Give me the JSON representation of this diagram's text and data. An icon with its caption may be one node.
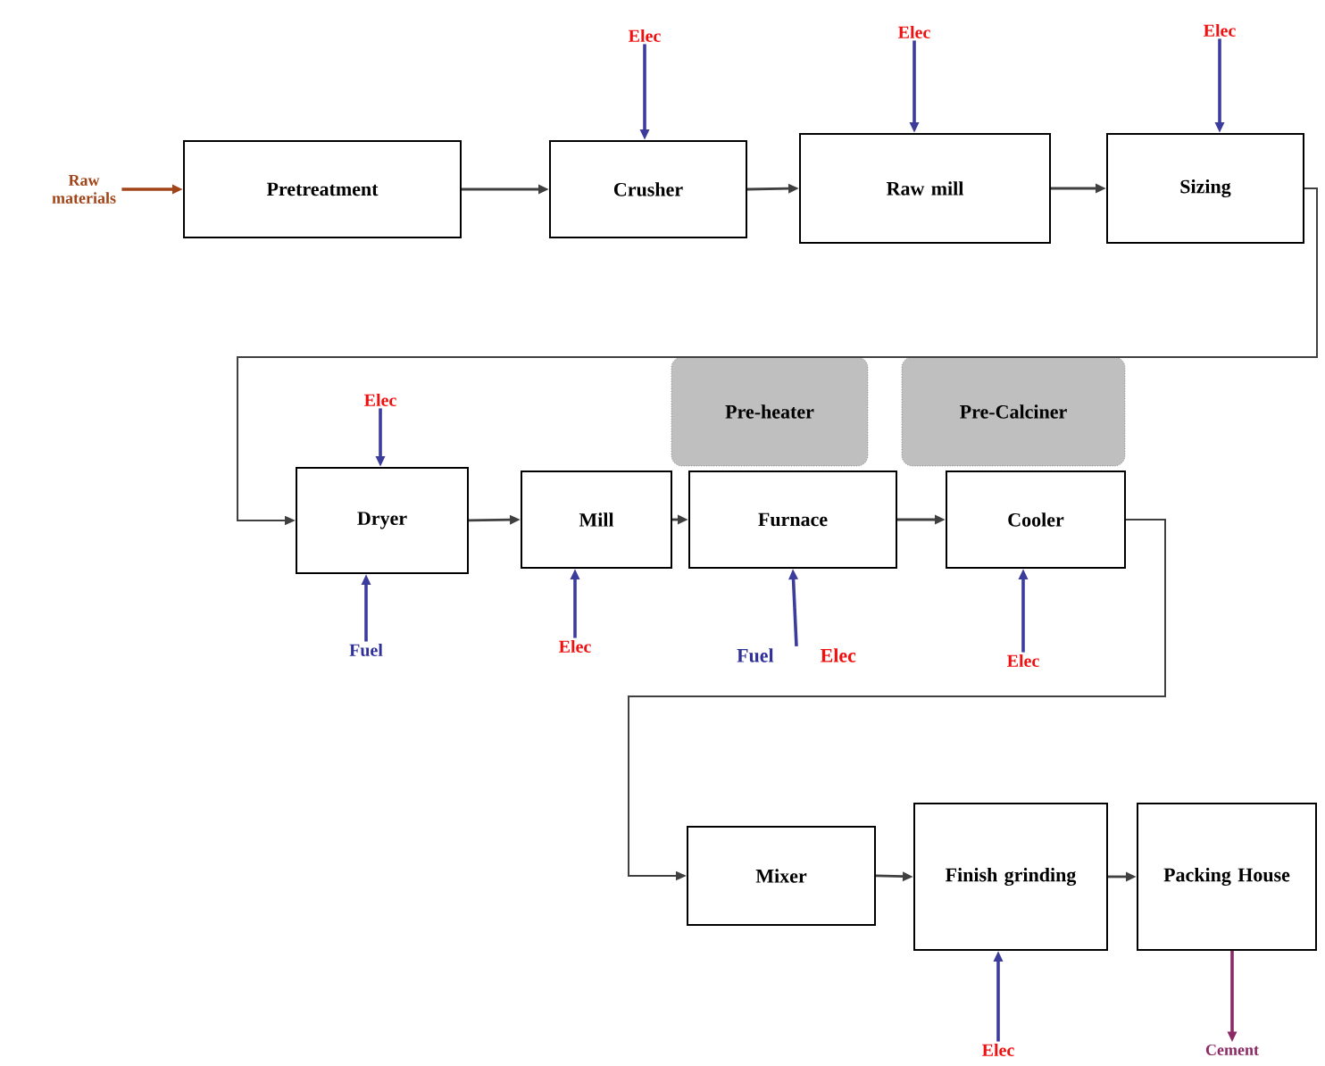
{
  "diagram": {
    "nodes": [
      {
        "text": [
          "Raw materials"
        ]
      },
      {
        "text": [
          "Pretreatment"
        ]
      },
      {
        "text": [
          "Crusher"
        ]
      },
      {
        "text": [
          "Elec"
        ]
      },
      {
        "text": [
          "Raw mill"
        ]
      },
      {
        "text": [
          "Elec"
        ]
      },
      {
        "text": [
          "Sizing"
        ]
      },
      {
        "text": [
          "Elec"
        ]
      },
      {
        "text": [
          "Pre-heater"
        ]
      },
      {
        "text": [
          "Pre-Calciner"
        ]
      },
      {
        "text": [
          "Elec"
        ]
      },
      {
        "text": [
          "Dryer"
        ]
      },
      {
        "text": [
          "Fuel"
        ]
      },
      {
        "text": [
          "Mill"
        ]
      },
      {
        "text": [
          "Elec"
        ]
      },
      {
        "text": [
          "Furnace"
        ]
      },
      {
        "text": [
          "Fuel",
          "Elec"
        ]
      },
      {
        "text": [
          "Cooler"
        ]
      },
      {
        "text": [
          "Elec"
        ]
      },
      {
        "text": [
          "Mixer"
        ]
      },
      {
        "text": [
          "Finish grinding"
        ]
      },
      {
        "text": [
          "Packing House"
        ]
      },
      {
        "text": [
          "Elec"
        ]
      },
      {
        "text": [
          "Cement"
        ]
      }
    ],
    "edges": [
      {
        "from": 0,
        "to": 1,
        "arrow": "to",
        "color": "#a0441a"
      },
      {
        "from": 1,
        "to": 2,
        "arrow": "to"
      },
      {
        "from": 2,
        "to": 4,
        "arrow": "to"
      },
      {
        "from": 4,
        "to": 6,
        "arrow": "to"
      },
      {
        "from": 3,
        "to": 2,
        "arrow": "to",
        "color": "#3c3c9c"
      },
      {
        "from": 5,
        "to": 4,
        "arrow": "to",
        "color": "#3c3c9c"
      },
      {
        "from": 7,
        "to": 6,
        "arrow": "to",
        "color": "#3c3c9c"
      },
      {
        "from": 6,
        "to": 11,
        "arrow": "to"
      },
      {
        "from": 10,
        "to": 11,
        "arrow": "to",
        "color": "#3c3c9c"
      },
      {
        "from": 12,
        "to": 11,
        "arrow": "to",
        "color": "#3c3c9c"
      },
      {
        "from": 11,
        "to": 13,
        "arrow": "to"
      },
      {
        "from": 14,
        "to": 13,
        "arrow": "to",
        "color": "#3c3c9c"
      },
      {
        "from": 13,
        "to": 15,
        "arrow": "to"
      },
      {
        "from": 16,
        "to": 15,
        "arrow": "to",
        "color": "#3c3c9c"
      },
      {
        "from": 15,
        "to": 17,
        "arrow": "to"
      },
      {
        "from": 18,
        "to": 17,
        "arrow": "to",
        "color": "#3c3c9c"
      },
      {
        "from": 17,
        "to": 19,
        "arrow": "to"
      },
      {
        "from": 19,
        "to": 20,
        "arrow": "to"
      },
      {
        "from": 20,
        "to": 21,
        "arrow": "to"
      },
      {
        "from": 22,
        "to": 20,
        "arrow": "to",
        "color": "#3c3c9c"
      },
      {
        "from": 21,
        "to": 23,
        "arrow": "to",
        "color": "#8c2a66"
      }
    ]
  }
}
